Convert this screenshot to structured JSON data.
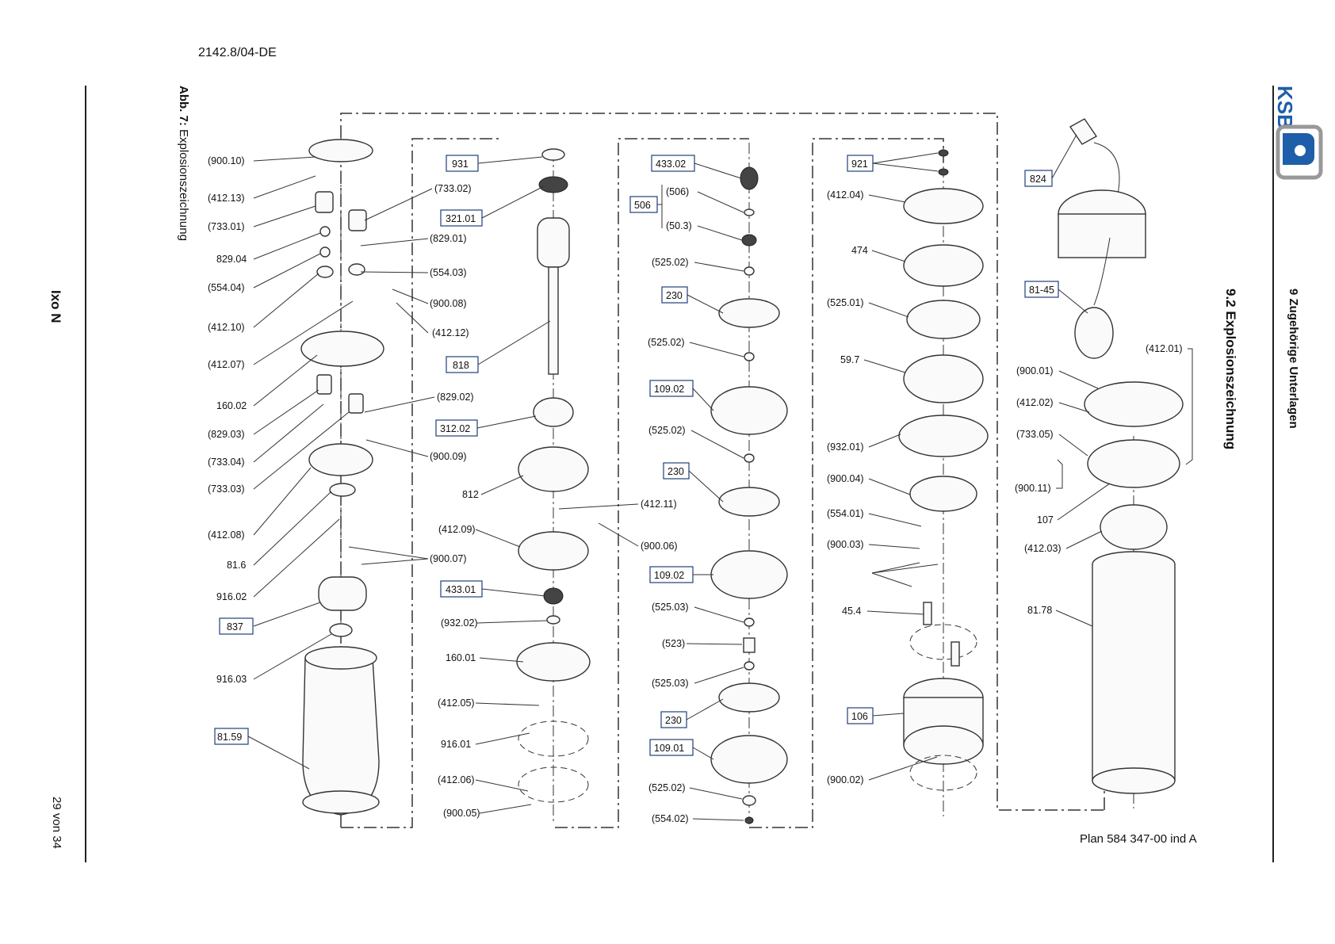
{
  "header": {
    "doc_number": "2142.8/04-DE"
  },
  "left_margin": {
    "product": "Ixo N",
    "page": "29 von 34"
  },
  "right_margin": {
    "chapter": "9 Zugehörige Unterlagen",
    "section": "9.2 Explosionszeichnung",
    "brand": "KSB"
  },
  "figure": {
    "caption_bold": "Abb. 7:",
    "caption_text": "Explosionszeichnung",
    "plan": "Plan 584 347-00 ind A",
    "col1": [
      "(900.10)",
      "(412.13)",
      "(733.01)",
      "829.04",
      "(554.04)",
      "(412.10)",
      "(412.07)",
      "160.02",
      "(829.03)",
      "(733.04)",
      "(733.03)",
      "(412.08)",
      "81.6",
      "916.02",
      "837",
      "916.03",
      "81.59"
    ],
    "col2a": [
      "(733.02)",
      "(829.01)",
      "(554.03)",
      "(900.08)",
      "(412.12)",
      "(829.02)",
      "(900.09)",
      "(900.07)"
    ],
    "col2b": [
      "931",
      "321.01",
      "818",
      "312.02",
      "812",
      "(412.09)",
      "433.01",
      "(932.02)",
      "160.01",
      "(412.05)",
      "916.01",
      "(412.06)",
      "(900.05)"
    ],
    "col2c": [
      "(412.11)",
      "(900.06)"
    ],
    "col3": [
      "433.02",
      "506",
      "(506)",
      "(50.3)",
      "(525.02)",
      "230",
      "(525.02)",
      "109.02",
      "(525.02)",
      "230",
      "109.02",
      "(525.03)",
      "(523)",
      "(525.03)",
      "230",
      "109.01",
      "(525.02)",
      "(554.02)"
    ],
    "col4": [
      "921",
      "(412.04)",
      "474",
      "(525.01)",
      "59.7",
      "(932.01)",
      "(900.04)",
      "(554.01)",
      "(900.03)",
      "45.4",
      "106",
      "(900.02)"
    ],
    "col5": [
      "824",
      "81-45",
      "(412.01)",
      "(900.01)",
      "(412.02)",
      "(733.05)",
      "(900.11)",
      "107",
      "(412.03)",
      "81.78"
    ]
  }
}
